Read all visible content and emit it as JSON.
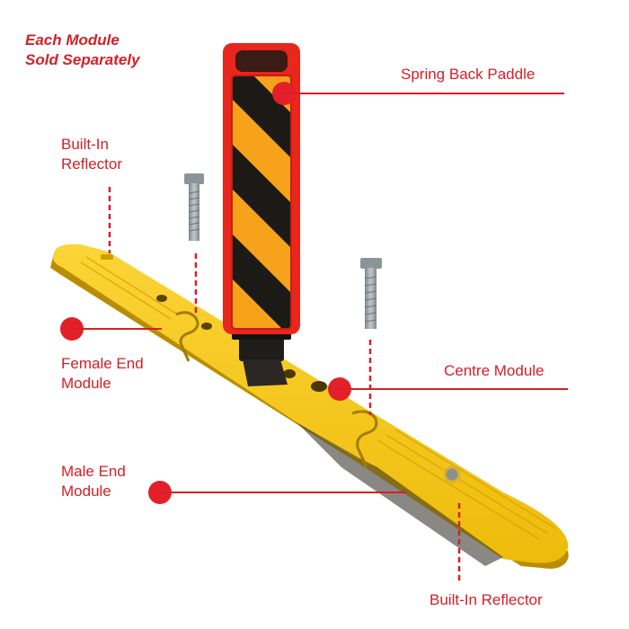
{
  "headline": {
    "line1": "Each Module",
    "line2": "Sold Separately"
  },
  "callouts": {
    "paddle": "Spring Back Paddle",
    "reflector_top": {
      "line1": "Built-In",
      "line2": "Reflector"
    },
    "female": {
      "line1": "Female End",
      "line2": "Module"
    },
    "centre": "Centre Module",
    "male": {
      "line1": "Male End",
      "line2": "Module"
    },
    "reflector_bottom": "Built-In Reflector"
  },
  "colors": {
    "accent": "#d42027",
    "module_yellow": "#f4c20d",
    "module_shadow": "#c99a00",
    "paddle_frame": "#e8261c",
    "paddle_orange": "#f7a21b",
    "paddle_black": "#1c1a17",
    "bolt": "#9aa1a6"
  }
}
